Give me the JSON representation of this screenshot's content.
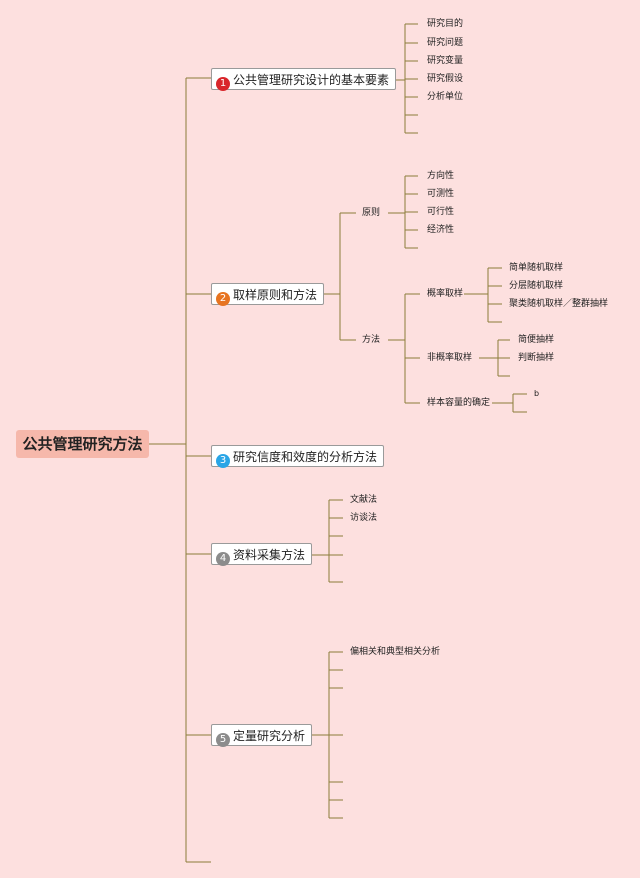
{
  "root": "公共管理研究方法",
  "branches": [
    {
      "num": "1",
      "color": "#d9262b",
      "label": "公共管理研究设计的基本要素",
      "children": [
        "研究目的",
        "研究问题",
        "研究变量",
        "研究假设",
        "分析单位"
      ]
    },
    {
      "num": "2",
      "color": "#e77421",
      "label": "取样原则和方法",
      "principle": {
        "label": "原则",
        "children": [
          "方向性",
          "可测性",
          "可行性",
          "经济性"
        ]
      },
      "method": {
        "label": "方法",
        "prob": {
          "label": "概率取样",
          "children": [
            "简单随机取样",
            "分层随机取样",
            "聚类随机取样／整群抽样"
          ]
        },
        "nonprob": {
          "label": "非概率取样",
          "children": [
            "简便抽样",
            "判断抽样"
          ]
        },
        "size": {
          "label": "样本容量的确定",
          "children": [
            "b"
          ]
        }
      }
    },
    {
      "num": "3",
      "color": "#2aa5e6",
      "label": "研究信度和效度的分析方法"
    },
    {
      "num": "4",
      "color": "#8c8c8c",
      "label": "资料采集方法",
      "children": [
        "文献法",
        "访谈法"
      ]
    },
    {
      "num": "5",
      "color": "#8c8c8c",
      "label": "定量研究分析",
      "children": [
        "偏相关和典型相关分析"
      ]
    }
  ]
}
